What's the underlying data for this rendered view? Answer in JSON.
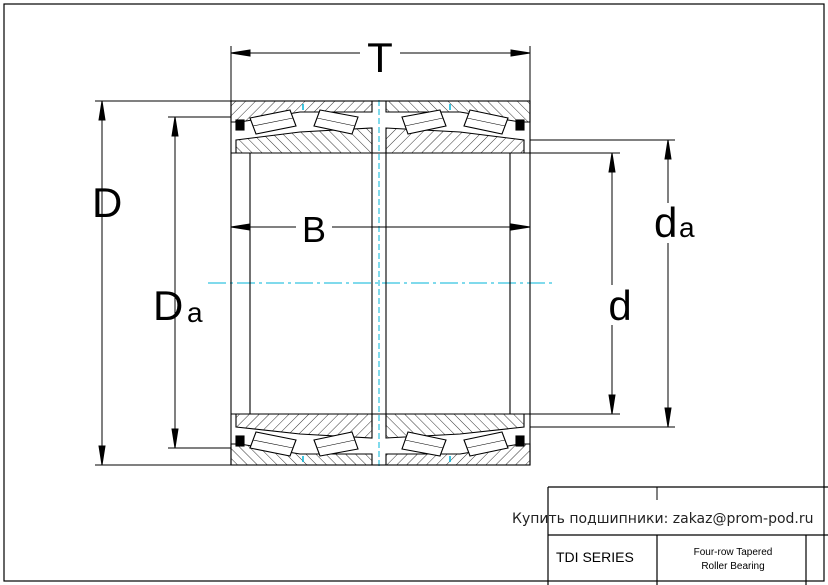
{
  "dimensions": {
    "T": "T",
    "B": "B",
    "D": "D",
    "Da_main": "D",
    "Da_sub": "a",
    "d": "d",
    "da_main": "d",
    "da_sub": "a"
  },
  "title_block": {
    "contact": "Купить подшипники: zakaz@prom-pod.ru",
    "series": "TDI SERIES",
    "description_line1": "Four-row Tapered",
    "description_line2": "Roller Bearing"
  },
  "colors": {
    "line": "#000000",
    "centerline": "#00b4d8",
    "hatch": "#000000",
    "cage": "#00b4d8"
  }
}
